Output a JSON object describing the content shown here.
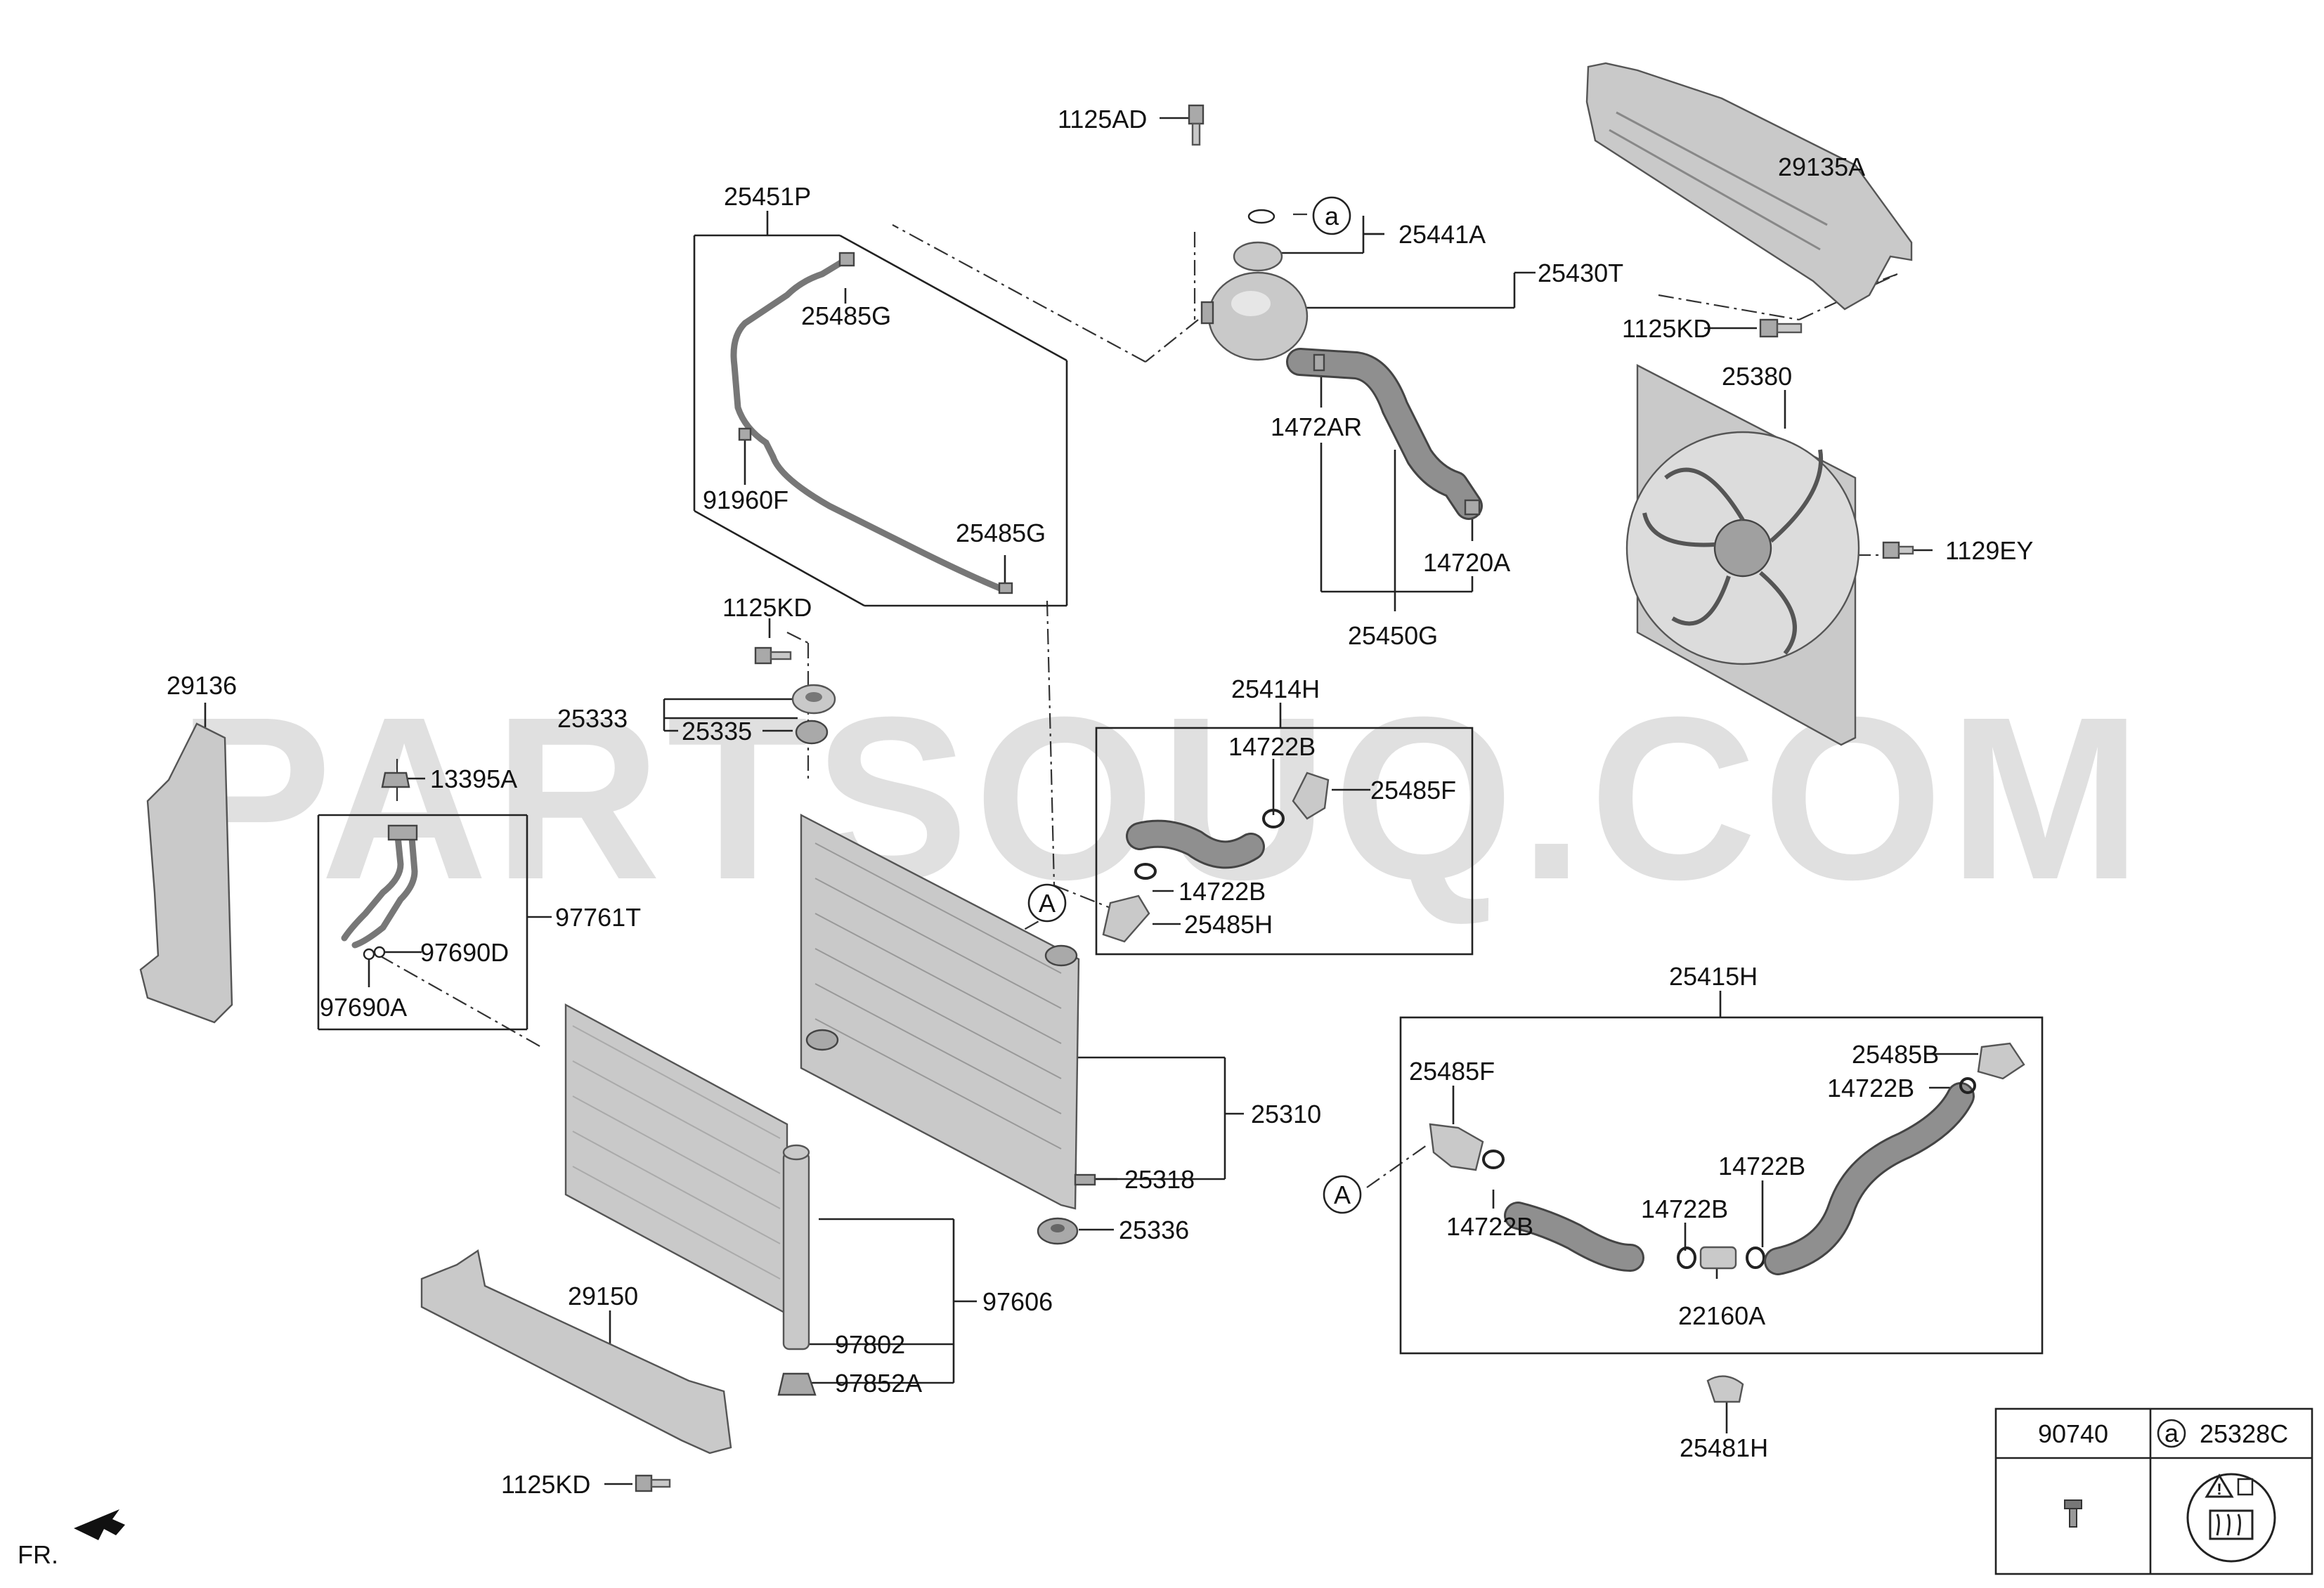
{
  "watermark": "PARTSOUQ.COM",
  "front_marker": "FR.",
  "ref_marker": "A",
  "callout_marker": "a",
  "labels": {
    "p1125AD": "1125AD",
    "p25451P": "25451P",
    "p25441A": "25441A",
    "p25430T": "25430T",
    "p25485G_top": "25485G",
    "p91960F": "91960F",
    "p25485G_bot": "25485G",
    "p1472AR": "1472AR",
    "p14720A": "14720A",
    "p25450G": "25450G",
    "p29135A": "29135A",
    "p1125KD_fan": "1125KD",
    "p25380": "25380",
    "p1129EY": "1129EY",
    "p1125KD_rad": "1125KD",
    "p25333": "25333",
    "p25335": "25335",
    "p29136": "29136",
    "p13395A": "13395A",
    "p97761T": "97761T",
    "p97690D": "97690D",
    "p97690A": "97690A",
    "p25414H": "25414H",
    "p14722B_u1": "14722B",
    "p25485F_u": "25485F",
    "p14722B_u2": "14722B",
    "p25485H": "25485H",
    "p25310": "25310",
    "p25318": "25318",
    "p25336": "25336",
    "p97606": "97606",
    "p97802": "97802",
    "p97852A": "97852A",
    "p29150": "29150",
    "p1125KD_bot": "1125KD",
    "p25415H": "25415H",
    "p25485F_l": "25485F",
    "p25485B": "25485B",
    "p14722B_l1": "14722B",
    "p14722B_l2": "14722B",
    "p14722B_l3": "14722B",
    "p14722B_l4": "14722B",
    "p22160A": "22160A",
    "p25481H": "25481H"
  },
  "legend_table": {
    "col1_header": "90740",
    "col2_marker": "a",
    "col2_header": "25328C"
  }
}
